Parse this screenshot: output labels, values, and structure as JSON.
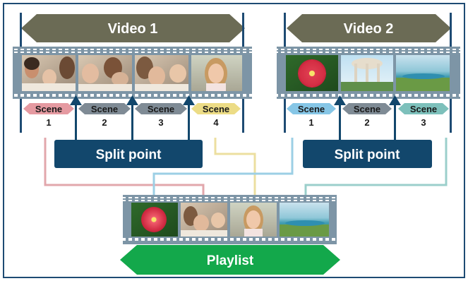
{
  "video1": {
    "title": "Video 1",
    "scenes": [
      {
        "word": "Scene",
        "num": "1",
        "color": "#e59aa1"
      },
      {
        "word": "Scene",
        "num": "2",
        "color": "#7f8b95"
      },
      {
        "word": "Scene",
        "num": "3",
        "color": "#7f8b95"
      },
      {
        "word": "Scene",
        "num": "4",
        "color": "#ecdc86"
      }
    ]
  },
  "video2": {
    "title": "Video 2",
    "scenes": [
      {
        "word": "Scene",
        "num": "1",
        "color": "#86c6e6"
      },
      {
        "word": "Scene",
        "num": "2",
        "color": "#7f8b95"
      },
      {
        "word": "Scene",
        "num": "3",
        "color": "#7dc0bb"
      }
    ]
  },
  "split_label": "Split point",
  "playlist_label": "Playlist",
  "colors": {
    "frame": "#1e4b73",
    "header_arrow": "#6b6b55",
    "split_box": "#12476c",
    "playlist_arrow": "#13a84b",
    "film": "#7d95a6",
    "line_red": "#e2a7ac",
    "line_yellow": "#ecdfa0",
    "line_blue": "#9ccfe5",
    "line_teal": "#9bcfcb"
  }
}
